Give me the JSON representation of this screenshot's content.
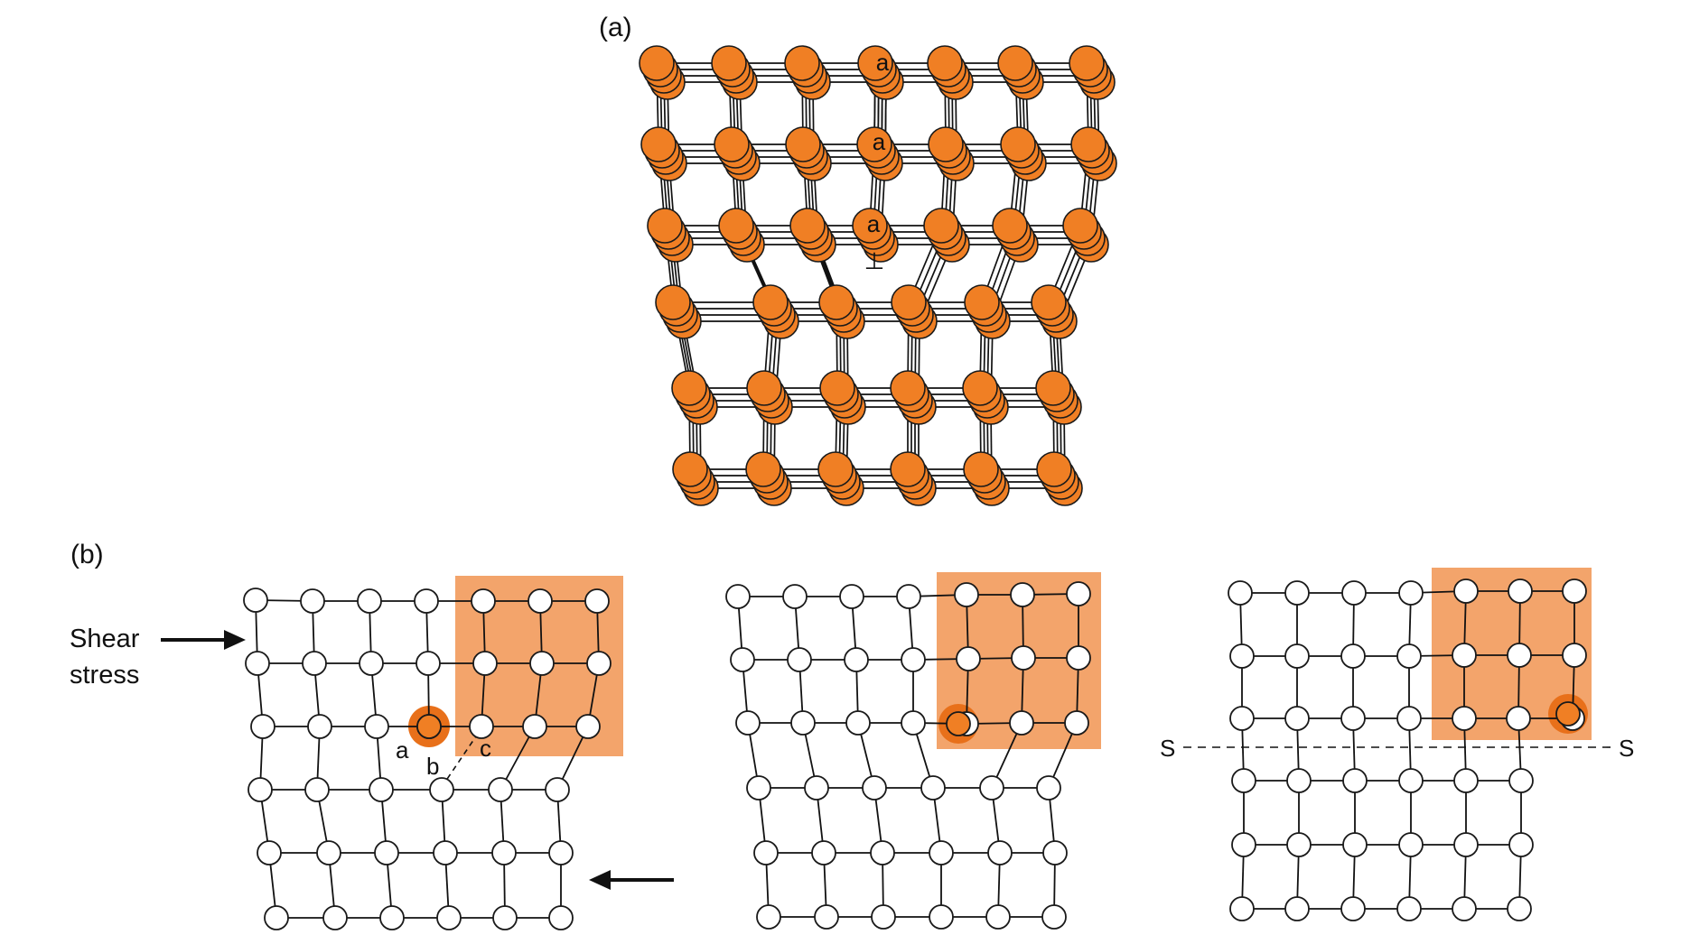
{
  "colors": {
    "atom_fill": "#f07f24",
    "atom_stroke": "#1a1a1a",
    "highlight_box": "#f3a46b",
    "highlight_ring": "#e8701a",
    "open_atom_fill": "#ffffff",
    "bond": "#111111"
  },
  "panel_a": {
    "label": "(a)",
    "atom_labels": [
      "a",
      "a",
      "a"
    ],
    "dislocation_symbol": "⊥"
  },
  "panel_b": {
    "label": "(b)",
    "shear_label_line1": "Shear",
    "shear_label_line2": "stress",
    "plane_labels": [
      "a",
      "b",
      "c"
    ],
    "slip_plane_left": "S",
    "slip_plane_right": "S"
  }
}
